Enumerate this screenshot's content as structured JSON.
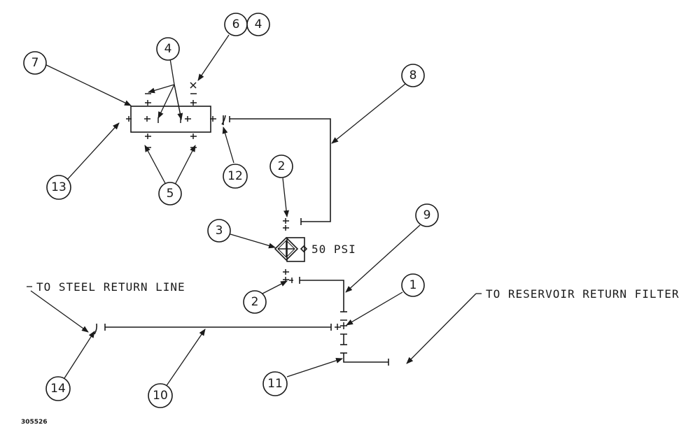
{
  "notes": {
    "steel_return": "TO STEEL RETURN LINE",
    "reservoir_return": "TO RESERVOIR RETURN FILTER",
    "pressure": "50 PSI"
  },
  "figure_number": "305526",
  "callouts": {
    "c1": "1",
    "c2a": "2",
    "c2b": "2",
    "c3": "3",
    "c4": "4",
    "c5": "5",
    "c6": "6",
    "c6b": "4",
    "c7": "7",
    "c8": "8",
    "c9": "9",
    "c10": "10",
    "c11": "11",
    "c12": "12",
    "c13": "13",
    "c14": "14"
  }
}
